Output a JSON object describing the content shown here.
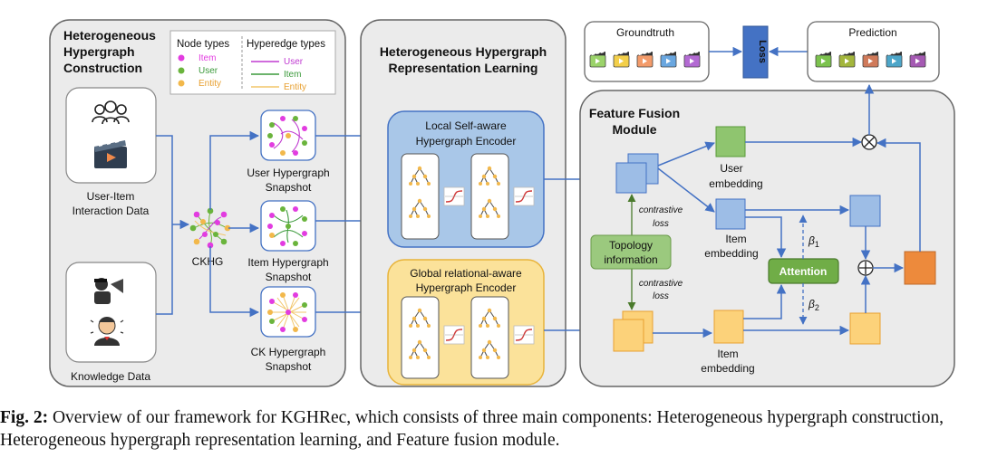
{
  "panel1": {
    "title1": "Heterogeneous",
    "title2": "Hypergraph",
    "title3": "Construction",
    "input1_label1": "User-Item",
    "input1_label2": "Interaction Data",
    "input2_label": "Knowledge Data",
    "ckhg_label": "CKHG",
    "snap1_l1": "User Hypergraph",
    "snap1_l2": "Snapshot",
    "snap2_l1": "Item Hypergraph",
    "snap2_l2": "Snapshot",
    "snap3_l1": "CK Hypergraph",
    "snap3_l2": "Snapshot"
  },
  "legend": {
    "node_title": "Node types",
    "edge_title": "Hyperedge types",
    "items": [
      {
        "label": "Item",
        "color": "#e23ce0"
      },
      {
        "label": "User",
        "color": "#6ab43c"
      },
      {
        "label": "Entity",
        "color": "#f2b84b"
      }
    ],
    "edge_colors": [
      "#c03bd1",
      "#3c9a3c",
      "#f2c66a"
    ]
  },
  "panel2": {
    "title1": "Heterogeneous Hypergraph",
    "title2": "Representation Learning",
    "local1": "Local Self-aware",
    "local2": "Hypergraph Encoder",
    "global1": "Global relational-aware",
    "global2": "Hypergraph Encoder"
  },
  "panel3": {
    "title1": "Feature Fusion",
    "title2": "Module",
    "user_emb1": "User",
    "user_emb2": "embedding",
    "item_emb1": "Item",
    "item_emb2": "embedding",
    "item_emb3": "Item",
    "item_emb4": "embedding",
    "contrastive1a": "contrastive",
    "contrastive1b": "loss",
    "contrastive2a": "contrastive",
    "contrastive2b": "loss",
    "topology1": "Topology",
    "topology2": "information",
    "attention": "Attention",
    "beta1": "β",
    "beta1_sub": "1",
    "beta2": "β",
    "beta2_sub": "2"
  },
  "top": {
    "groundtruth": "Groundtruth",
    "prediction": "Prediction",
    "loss": "Loss",
    "clap_colors_gt": [
      "#9bd36a",
      "#f3cf4a",
      "#f39b6a",
      "#6aa7e0",
      "#b36ad3"
    ],
    "clap_colors_pred": [
      "#7cc24e",
      "#a3b63c",
      "#d07a5a",
      "#4da6c9",
      "#a55ab3"
    ]
  },
  "caption": {
    "fig": "Fig. 2:",
    "text": "Overview of our framework for KGHRec, which consists of three main components: Heterogeneous hypergraph construction, Heterogeneous hypergraph representation learning, and Feature fusion module."
  },
  "colors": {
    "arrow": "#4472c4",
    "panel_bg": "#ebebeb",
    "local_fill": "#a9c7e8",
    "global_fill": "#fbe29a",
    "green_box": "#9bc97e",
    "attention": "#70ad47",
    "orange": "#ed8a3c"
  }
}
